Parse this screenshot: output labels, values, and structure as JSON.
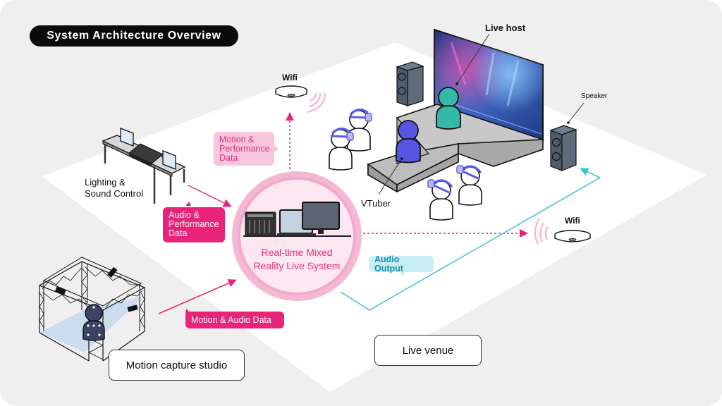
{
  "title": "System Architecture Overview",
  "colors": {
    "background": "#efefef",
    "floor": "#ffffff",
    "accent_magenta": "#e8237a",
    "accent_soft_pink": "#f7c6dc",
    "accent_cyan": "#3cc3cf",
    "vtuber": "#5656e0",
    "live_host": "#35b8a8",
    "vr_headset": "#5a5ce6",
    "speaker": "#4e5c6b",
    "mocap_floor": "#ccdcef",
    "mocap_actor": "#3b4466"
  },
  "icons": {
    "wifi_router": "wifi-router-icon",
    "wifi_waves": "wifi-signal-icon",
    "speaker": "speaker-icon",
    "screen": "led-screen-icon",
    "desk": "control-desk-icon",
    "mixer": "audio-mixer-icon",
    "laptop": "laptop-icon",
    "monitor": "monitor-icon",
    "person": "person-icon",
    "vr_headset": "vr-headset-icon",
    "truss": "truss-frame-icon",
    "camera": "mocap-camera-icon"
  },
  "nodes": {
    "center": {
      "label_line1": "Real-time Mixed",
      "label_line2": "Reality Live System"
    },
    "lighting": {
      "label_line1": "Lighting &",
      "label_line2": "Sound Control"
    },
    "wifi_top": {
      "label": "Wifi"
    },
    "wifi_right": {
      "label": "Wifi"
    },
    "live_host": {
      "label": "Live host"
    },
    "speaker": {
      "label": "Speaker"
    },
    "vtuber": {
      "label": "VTuber"
    },
    "mocap_studio": {
      "label": "Motion capture studio"
    },
    "live_venue": {
      "label": "Live venue"
    }
  },
  "flows": {
    "motion_performance": {
      "line1": "Motion &",
      "line2": "Performance",
      "line3": "Data"
    },
    "audio_performance": {
      "line1": "Audio &",
      "line2": "Performance",
      "line3": "Data"
    },
    "motion_audio": {
      "label": "Motion & Audio Data"
    },
    "audio_output": {
      "label": "Audio Output"
    }
  }
}
